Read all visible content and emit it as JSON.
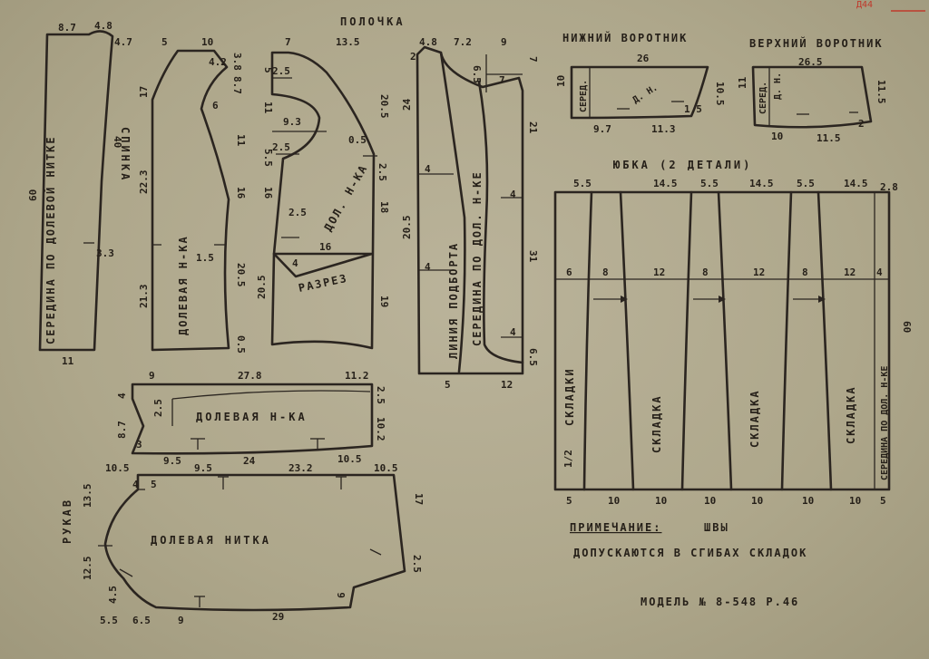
{
  "corner_mark": "Д44",
  "title_front": "ПОЛОЧКА",
  "back": {
    "title": "СПИНКА",
    "grain": "СЕРЕДИНА ПО ДОЛЕВОЙ НИТКЕ",
    "dims": [
      "8.7",
      "4.8",
      "4.7",
      "60",
      "40",
      "3.3",
      "11"
    ]
  },
  "front_side": {
    "grain": "ДОЛЕВАЯ Н-КА",
    "dims": [
      "5",
      "10",
      "4.2",
      "3.8",
      "17",
      "8.7",
      "6",
      "11",
      "22.3",
      "16",
      "1.5",
      "20.5",
      "21.3",
      "0.5"
    ]
  },
  "front_mid": {
    "grain": "ДОЛ. Н-КА",
    "slit": "РАЗРЕЗ",
    "dims": [
      "7",
      "13.5",
      "5",
      "2.5",
      "11",
      "20.5",
      "9.3",
      "5.5",
      "0.5",
      "2.5",
      "2.5",
      "16",
      "18",
      "2.5",
      "16",
      "4",
      "20.5",
      "19"
    ]
  },
  "facing": {
    "line_label": "ЛИНИЯ ПОДБОРТА",
    "grain": "СЕРЕДИНА ПО ДОЛ. Н-КЕ",
    "dims": [
      "4.8",
      "7.2",
      "9",
      "2",
      "6.5",
      "7",
      "7",
      "24",
      "21",
      "4",
      "4",
      "20.5",
      "4",
      "31",
      "4",
      "6.5",
      "5",
      "12"
    ]
  },
  "belt": {
    "grain": "ДОЛЕВАЯ Н-КА",
    "dims": [
      "9",
      "27.8",
      "11.2",
      "4",
      "2.5",
      "2.5",
      "8.7",
      "10.2",
      "3",
      "9.5",
      "24",
      "10.5"
    ]
  },
  "sleeve": {
    "label": "РУКАВ",
    "grain": "ДОЛЕВАЯ НИТКА",
    "dims": [
      "10.5",
      "9.5",
      "23.2",
      "10.5",
      "4",
      "5",
      "13.5",
      "17",
      "12.5",
      "2.5",
      "4.5",
      "6",
      "5.5",
      "6.5",
      "9",
      "29"
    ]
  },
  "collar_lower": {
    "title": "НИЖНИЙ ВОРОТНИК",
    "grain": "Д. Н.",
    "mid": "СЕРЕД.",
    "dims": [
      "26",
      "10",
      "10.5",
      "1.5",
      "9.7",
      "11.3"
    ]
  },
  "collar_upper": {
    "title": "ВЕРХНИЙ ВОРОТНИК",
    "grain": "Д. Н.",
    "mid": "СЕРЕД.",
    "dims": [
      "26.5",
      "11",
      "11.5",
      "2",
      "10",
      "11.5"
    ]
  },
  "skirt": {
    "title": "ЮБКА (2 ДЕТАЛИ)",
    "top_dims": [
      "5.5",
      "14.5",
      "5.5",
      "14.5",
      "5.5",
      "14.5",
      "2.8"
    ],
    "mid_dims": [
      "6",
      "8",
      "12",
      "8",
      "12",
      "8",
      "12",
      "4"
    ],
    "bottom_dims": [
      "5",
      "10",
      "10",
      "10",
      "10",
      "10",
      "10",
      "5"
    ],
    "fold_label": "СКЛАДКИ",
    "pleat_labels": [
      "СКЛАДКА",
      "СКЛАДКА",
      "СКЛАДКА"
    ],
    "half": "1/2",
    "grain": "СЕРЕДИНА ПО ДОЛ. Н-КЕ",
    "grain_dim": "60"
  },
  "note_title": "ПРИМЕЧАНИЕ:",
  "note_line1": "ШВЫ",
  "note_line2": "ДОПУСКАЮТСЯ В СГИБАХ СКЛАДОК",
  "model": "МОДЕЛЬ № 8-548 Р.46"
}
